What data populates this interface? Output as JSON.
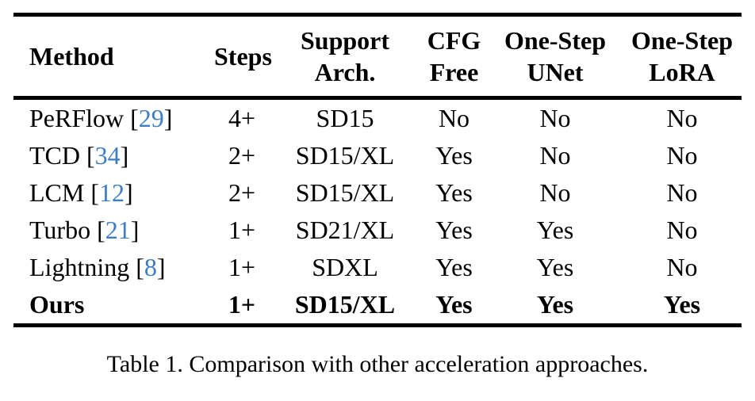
{
  "colors": {
    "background": "#ffffff",
    "text": "#000000",
    "rule": "#000000",
    "citation_link": "#3c7dc3"
  },
  "table": {
    "cite_open": "[",
    "cite_close": "]",
    "columns": [
      {
        "label": "Method",
        "lines": [
          "Method"
        ]
      },
      {
        "label": "Steps",
        "lines": [
          "Steps"
        ]
      },
      {
        "label": "Support Arch.",
        "lines": [
          "Support",
          "Arch."
        ]
      },
      {
        "label": "CFG Free",
        "lines": [
          "CFG",
          "Free"
        ]
      },
      {
        "label": "One-Step UNet",
        "lines": [
          "One-Step",
          "UNet"
        ]
      },
      {
        "label": "One-Step LoRA",
        "lines": [
          "One-Step",
          "LoRA"
        ]
      }
    ],
    "rows": [
      {
        "method": "PeRFlow",
        "citation": "29",
        "steps": "4+",
        "arch": "SD15",
        "cfg_free": "No",
        "one_step_unet": "No",
        "one_step_lora": "No",
        "bold": false
      },
      {
        "method": "TCD",
        "citation": "34",
        "steps": "2+",
        "arch": "SD15/XL",
        "cfg_free": "Yes",
        "one_step_unet": "No",
        "one_step_lora": "No",
        "bold": false
      },
      {
        "method": "LCM",
        "citation": "12",
        "steps": "2+",
        "arch": "SD15/XL",
        "cfg_free": "Yes",
        "one_step_unet": "No",
        "one_step_lora": "No",
        "bold": false
      },
      {
        "method": "Turbo",
        "citation": "21",
        "steps": "1+",
        "arch": "SD21/XL",
        "cfg_free": "Yes",
        "one_step_unet": "Yes",
        "one_step_lora": "No",
        "bold": false
      },
      {
        "method": "Lightning",
        "citation": "8",
        "steps": "1+",
        "arch": "SDXL",
        "cfg_free": "Yes",
        "one_step_unet": "Yes",
        "one_step_lora": "No",
        "bold": false
      },
      {
        "method": "Ours",
        "citation": null,
        "steps": "1+",
        "arch": "SD15/XL",
        "cfg_free": "Yes",
        "one_step_unet": "Yes",
        "one_step_lora": "Yes",
        "bold": true
      }
    ]
  },
  "caption": "Table 1. Comparison with other acceleration approaches."
}
